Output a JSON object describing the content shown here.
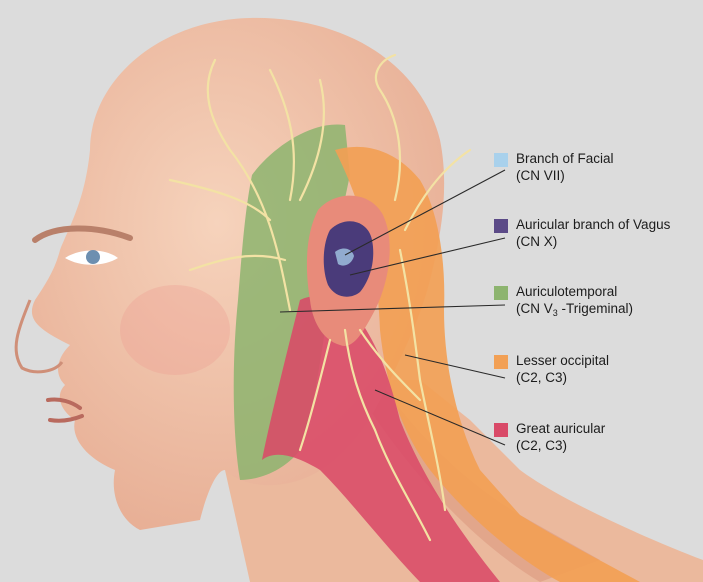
{
  "legend": {
    "items": [
      {
        "id": "facial",
        "line1": "Branch of Facial",
        "line2": "(CN VII)",
        "color": "#a9d1ec"
      },
      {
        "id": "vagus",
        "line1": "Auricular branch of Vagus",
        "line2": "(CN X)",
        "color": "#5b4a87"
      },
      {
        "id": "auriculotemporal",
        "line1": "Auriculotemporal",
        "line2_prefix": "(CN V",
        "line2_sub": "3",
        "line2_suffix": " -Trigeminal)",
        "color": "#8db46f"
      },
      {
        "id": "lesser",
        "line1": "Lesser occipital",
        "line2": "(C2, C3)",
        "color": "#f2a055"
      },
      {
        "id": "great",
        "line1": "Great auricular",
        "line2": "(C2, C3)",
        "color": "#d94a68"
      }
    ]
  },
  "colors": {
    "skin": "#efc3a8",
    "background": "#dcdcdc",
    "nerve": "#f3e2a4"
  }
}
